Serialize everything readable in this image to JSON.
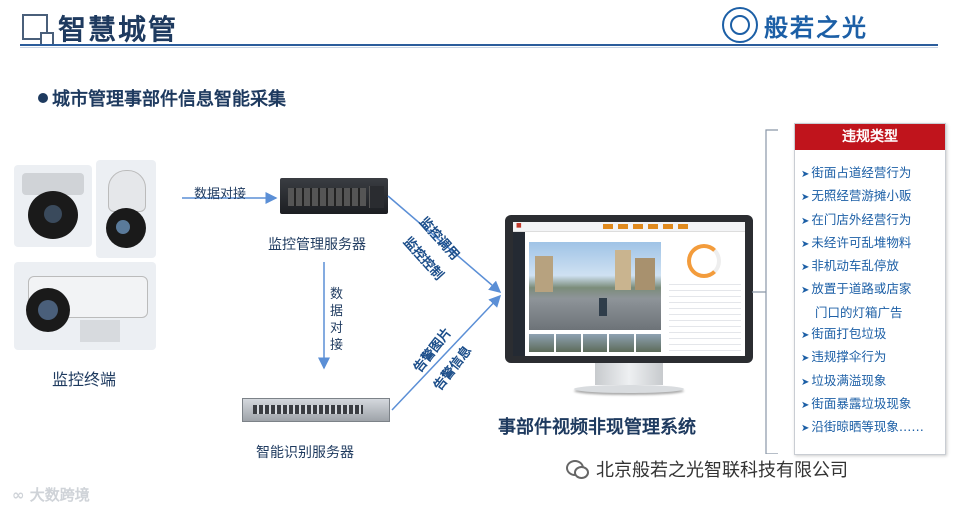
{
  "header": {
    "title": "智慧城管",
    "brand_text": "般若之光"
  },
  "subtitle": "城市管理事部件信息智能采集",
  "devices": {
    "terminal_label": "监控终端",
    "mgmt_server_label": "监控管理服务器",
    "recognition_server_label": "智能识别服务器",
    "system_label": "事部件视频非现管理系统"
  },
  "links": {
    "data_link": "数据对接",
    "data_link_vertical": "数据对接",
    "monitor_call": "监控调用",
    "monitor_control": "监控控制",
    "alarm_image": "告警图片",
    "alarm_info": "告警信息"
  },
  "violations": {
    "title": "违规类型",
    "items": [
      {
        "text": "街面占道经营行为"
      },
      {
        "text": "无照经营游摊小贩"
      },
      {
        "text": "在门店外经营行为"
      },
      {
        "text": "未经许可乱堆物料"
      },
      {
        "text": "非机动车乱停放"
      },
      {
        "text": "放置于道路或店家"
      },
      {
        "text": "门口的灯箱广告"
      },
      {
        "text": "街面打包垃圾"
      },
      {
        "text": "违规撑伞行为"
      },
      {
        "text": "垃圾满溢现象"
      },
      {
        "text": "街面暴露垃圾现象"
      },
      {
        "text": "沿街晾晒等现象……"
      }
    ]
  },
  "footer": {
    "company": "北京般若之光智联科技有限公司",
    "watermark": "大数跨境"
  },
  "colors": {
    "primary": "#1e3a5f",
    "accent_blue": "#1c5fa6",
    "header_red": "#c0141c",
    "arrow": "#5b8fd6"
  }
}
